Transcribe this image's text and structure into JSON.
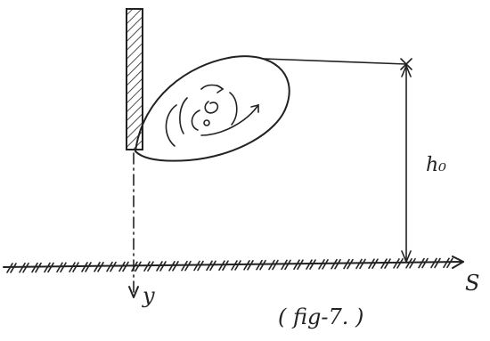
{
  "labels": {
    "height": "h₀",
    "vertical_axis": "y",
    "horizontal_axis": "S",
    "caption": "( fig-7. )"
  },
  "colors": {
    "ink": "#222222",
    "paper": "#ffffff"
  }
}
